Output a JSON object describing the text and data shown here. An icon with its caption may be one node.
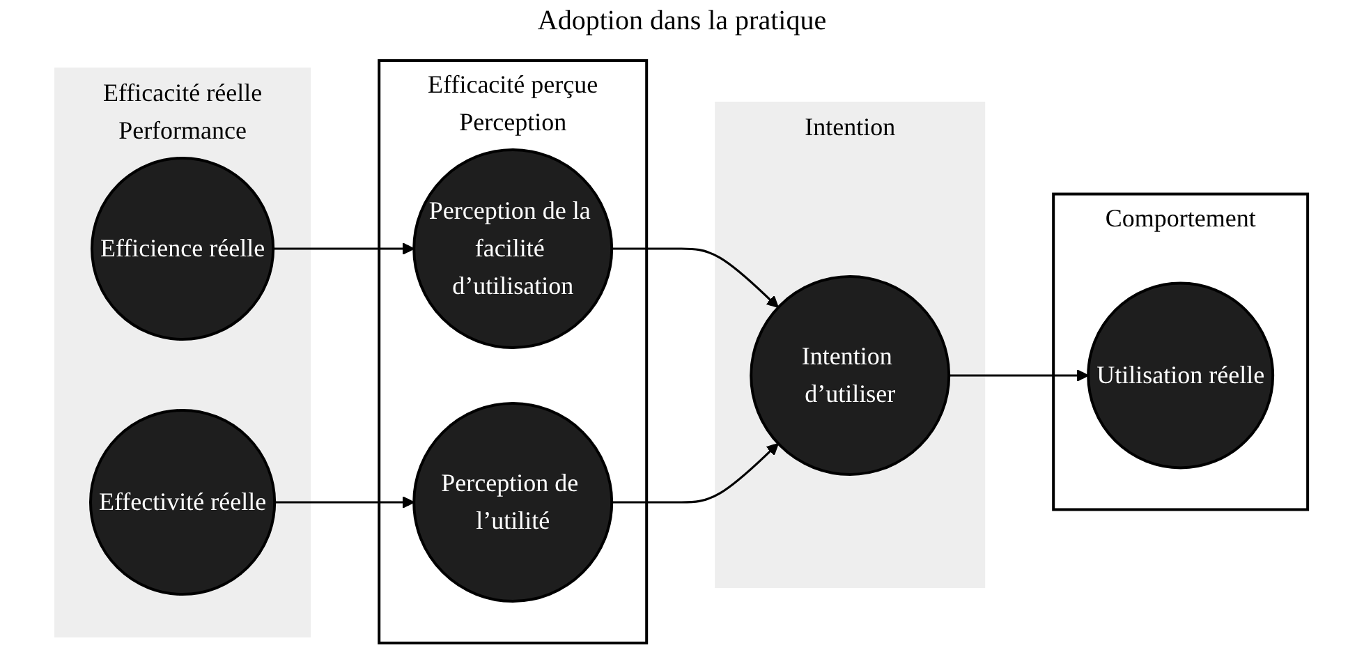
{
  "diagram": {
    "nodes": [
      {
        "text": [
          "Efficacité réelle",
          "Performance"
        ]
      },
      {
        "text": [
          "Efficience réelle"
        ],
        "in": 0
      },
      {
        "text": [
          "Effectivité réelle"
        ],
        "in": 0
      },
      {
        "text": [
          "Efficacité perçue",
          "Perception"
        ]
      },
      {
        "text": [
          "Perception de la facilité d’utilisation"
        ],
        "in": 3
      },
      {
        "text": [
          "Perception de l’utilité"
        ],
        "in": 3
      },
      {
        "text": [
          "Intention"
        ]
      },
      {
        "text": [
          "Intention d’utiliser"
        ],
        "in": 6
      },
      {
        "text": [
          "Comportement"
        ]
      },
      {
        "text": [
          "Utilisation réelle"
        ],
        "in": 8
      }
    ],
    "edges": [
      {
        "from": 1,
        "to": 4,
        "arrow": "to"
      },
      {
        "from": 2,
        "to": 5,
        "arrow": "to"
      },
      {
        "from": 4,
        "to": 7,
        "arrow": "to"
      },
      {
        "from": 5,
        "to": 7,
        "arrow": "to"
      },
      {
        "from": 7,
        "to": 9,
        "arrow": "to"
      }
    ],
    "labels": [
      "Adoption dans la pratique"
    ]
  }
}
